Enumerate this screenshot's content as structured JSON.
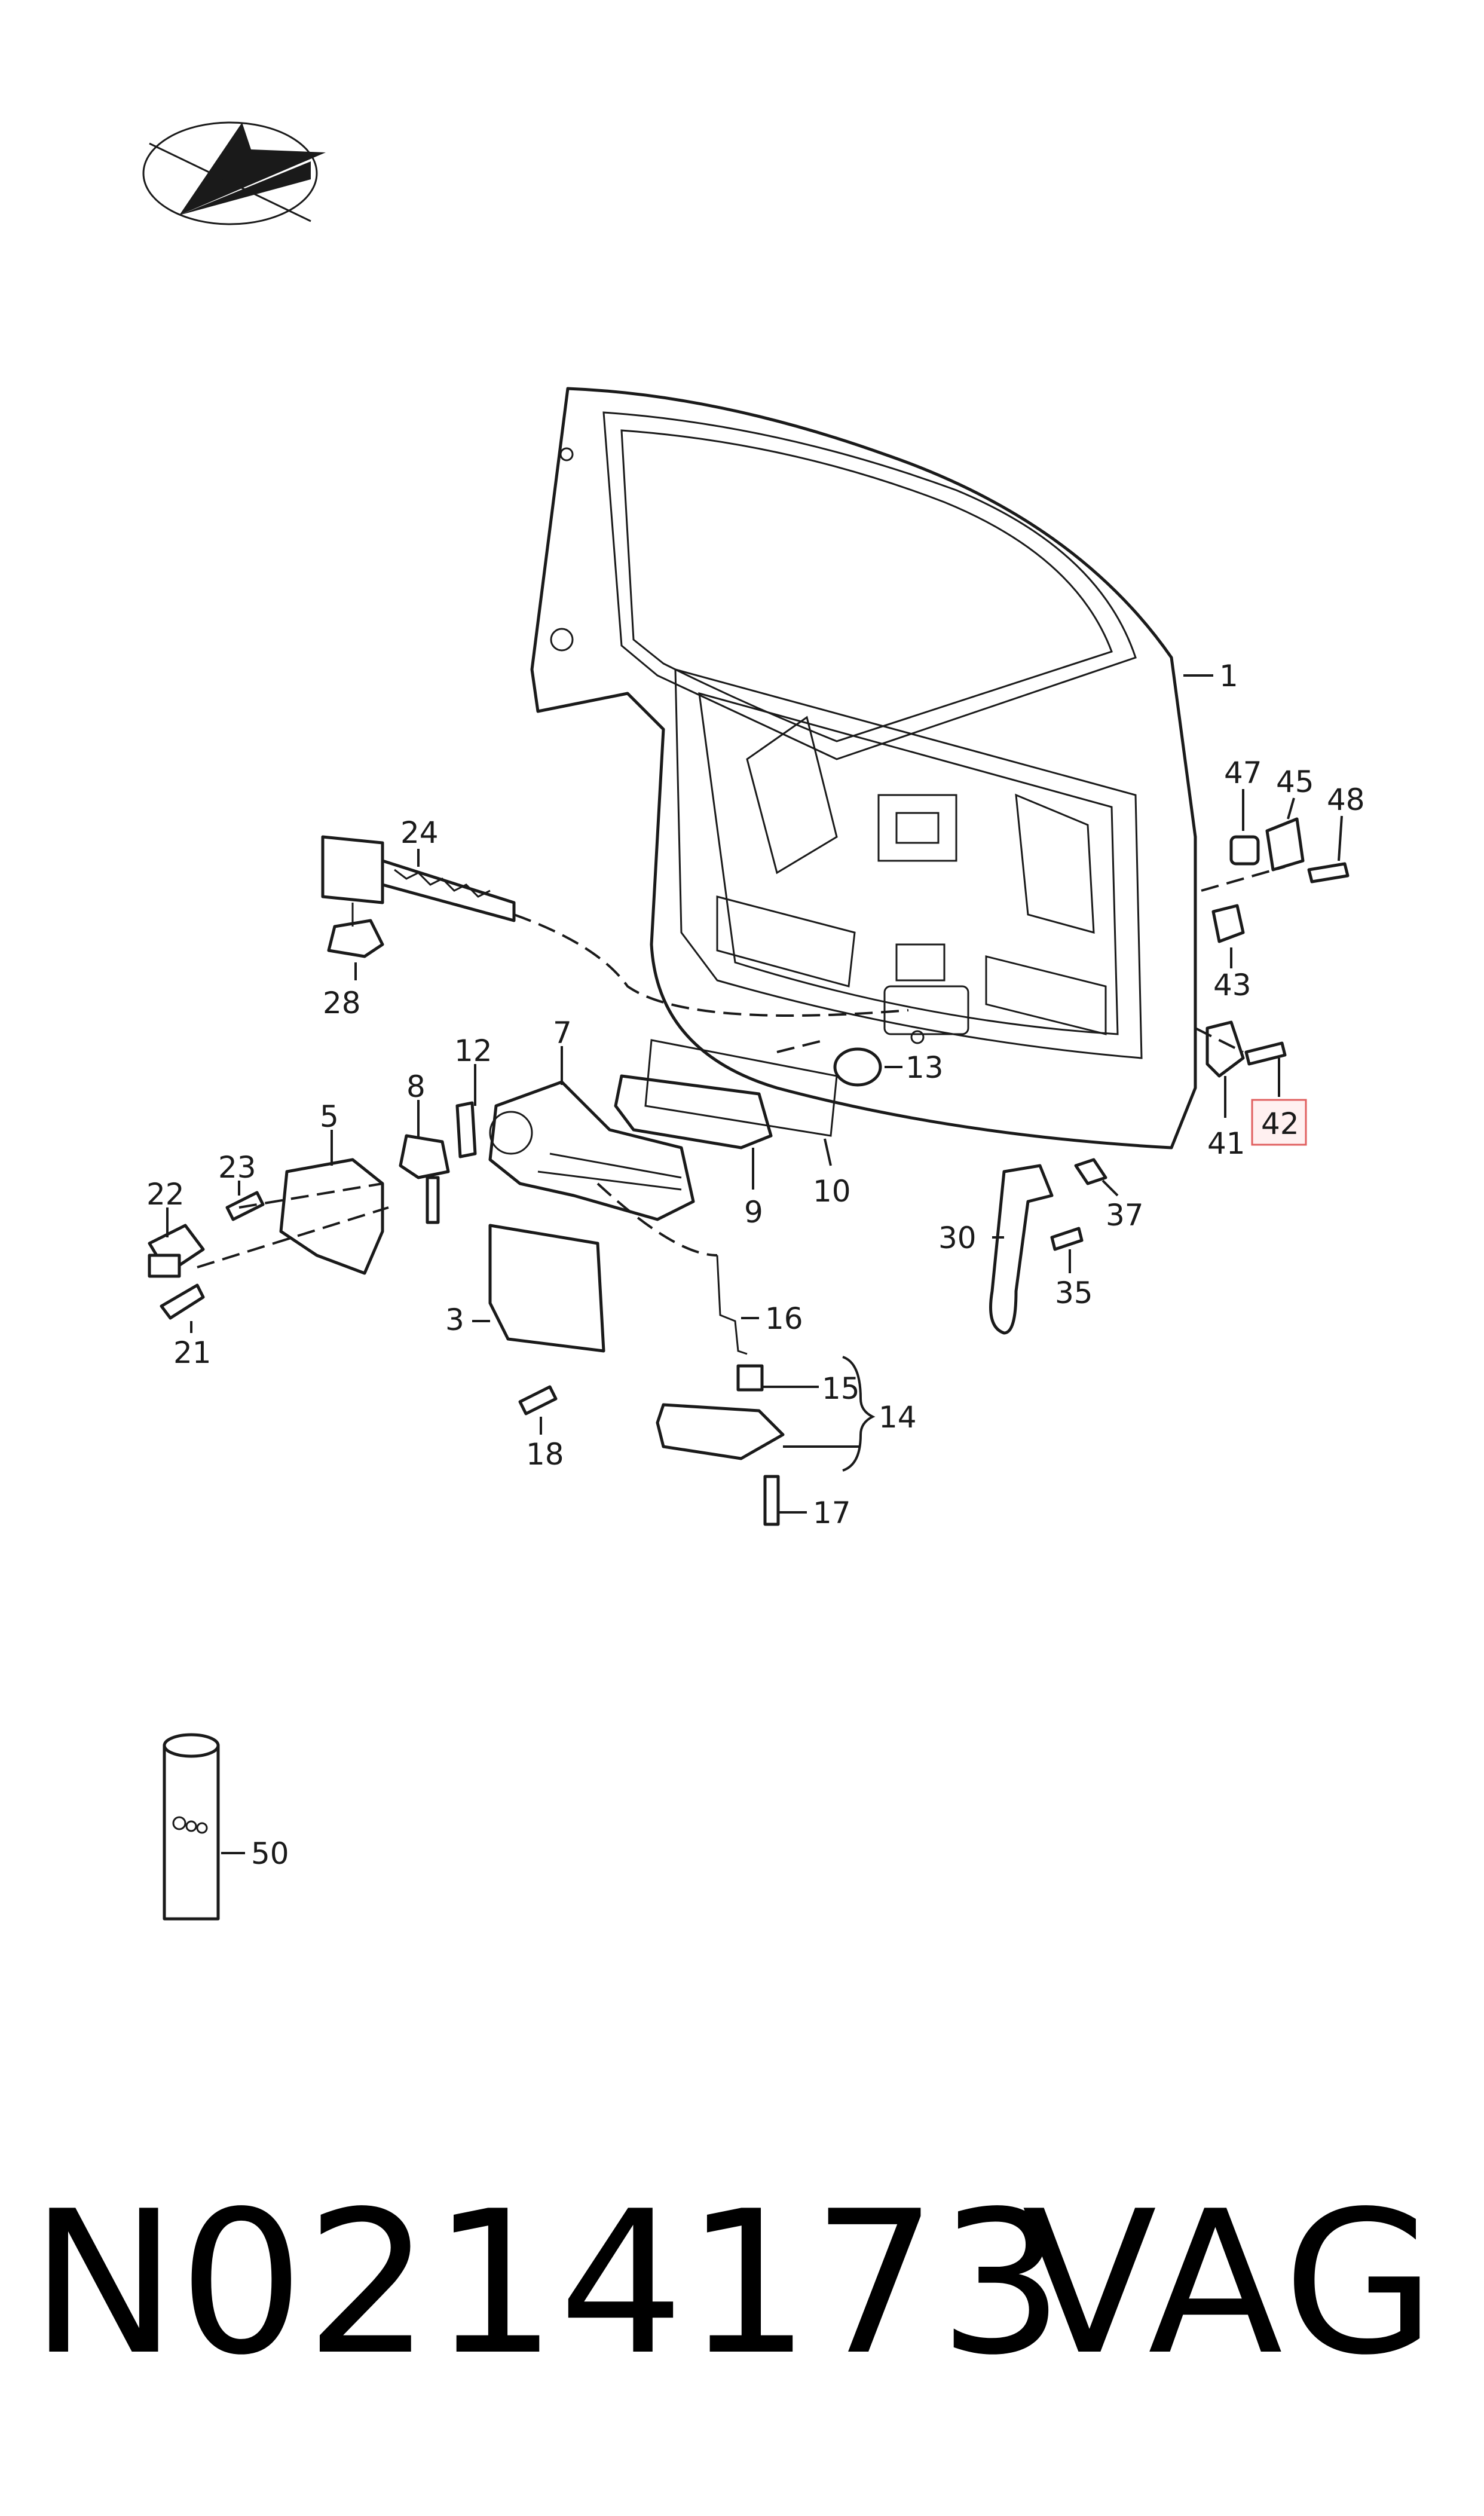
{
  "callouts": {
    "p1": "1",
    "p3": "3",
    "p5": "5",
    "p7": "7",
    "p8": "8",
    "p9": "9",
    "p10": "10",
    "p12": "12",
    "p13": "13",
    "p14": "14",
    "p15": "15",
    "p16": "16",
    "p17": "17",
    "p18": "18",
    "p21": "21",
    "p22": "22",
    "p23": "23",
    "p24": "24",
    "p28": "28",
    "p30": "30",
    "p35": "35",
    "p37": "37",
    "p41": "41",
    "p42": "42",
    "p43": "43",
    "p45": "45",
    "p47": "47",
    "p48": "48",
    "p50": "50"
  },
  "highlighted_callout": "42",
  "colors": {
    "highlight_border": "#e06060",
    "highlight_fill": "#fff0f0",
    "ink": "#1a1a1a"
  },
  "footer": {
    "part_number": "N0214173",
    "brand": "VAG"
  },
  "icons": [
    "bird-logo-icon",
    "grease-tube-icon"
  ]
}
